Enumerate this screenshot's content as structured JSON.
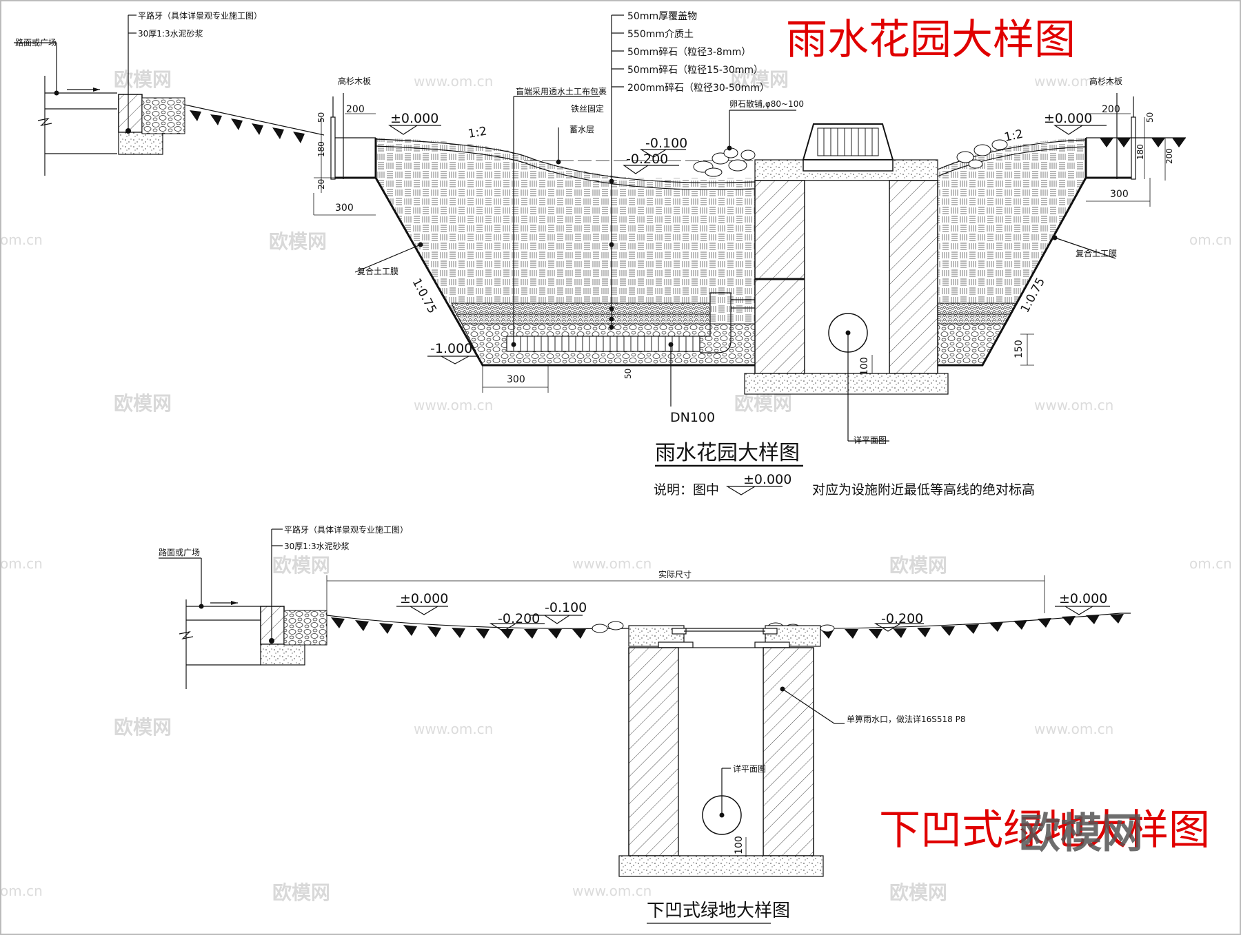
{
  "titles": {
    "rain_garden_red": "雨水花园大样图",
    "rain_garden_sub": "雨水花园大样图",
    "sunken_red": "下凹式绿地大样图",
    "sunken_sub": "下凹式绿地大样图"
  },
  "note": {
    "prefix": "说明：图中",
    "elev": "±0.000",
    "suffix": "对应为设施附近最低等高线的绝对标高"
  },
  "rain_garden": {
    "road": "路面或广场",
    "curb": "平路牙（具体详景观专业施工图）",
    "mortar": "30厚1:3水泥砂浆",
    "layers": [
      "50mm厚覆盖物",
      "550mm介质土",
      "50mm碎石（粒径3-8mm）",
      "50mm碎石（粒径15-30mm）",
      "200mm碎石（粒径30-50mm）"
    ],
    "board_left": "高杉木板",
    "board_right": "高杉木板",
    "blind_end": "盲端采用透水土工布包裹",
    "wire_fix": "铁丝固定",
    "storage": "蓄水层",
    "pebble": "卵石散铺,φ80~100",
    "membrane_left": "复合土工膜",
    "membrane_right": "复合土工膜",
    "slope_top_left": "1:2",
    "slope_top_right": "1:2",
    "slope_left": "1:0.75",
    "slope_right": "1:0.75",
    "elev_left": "±0.000",
    "elev_right": "±0.000",
    "elev_m100": "-0.100",
    "elev_m200": "-0.200",
    "elev_m1000": "-1.000",
    "dims": {
      "d200_left": "200",
      "d50_left": "50",
      "d180_left": "180",
      "d20_left": "20",
      "d300_left": "300",
      "d200_right": "200",
      "d50_right": "50",
      "d180_right": "180",
      "d200v_right": "200",
      "d300_right": "300",
      "d300_bottom": "300",
      "d150": "150",
      "d100": "100",
      "d50_small": "50"
    },
    "pipe": "DN100",
    "detail_plan": "详平面图"
  },
  "sunken": {
    "road": "路面或广场",
    "curb": "平路牙（具体详景观专业施工图）",
    "mortar": "30厚1:3水泥砂浆",
    "actual_size": "实际尺寸",
    "elev_left": "±0.000",
    "elev_right": "±0.000",
    "elev_m100": "-0.100",
    "elev_m200_left": "-0.200",
    "elev_m200_right": "-0.200",
    "inlet": "单箅雨水口，做法详16S518 P8",
    "detail_plan": "详平面图",
    "d100": "100"
  },
  "watermarks": {
    "brand": "欧模网",
    "url": "www.om.cn",
    "url_short": "om.cn"
  }
}
